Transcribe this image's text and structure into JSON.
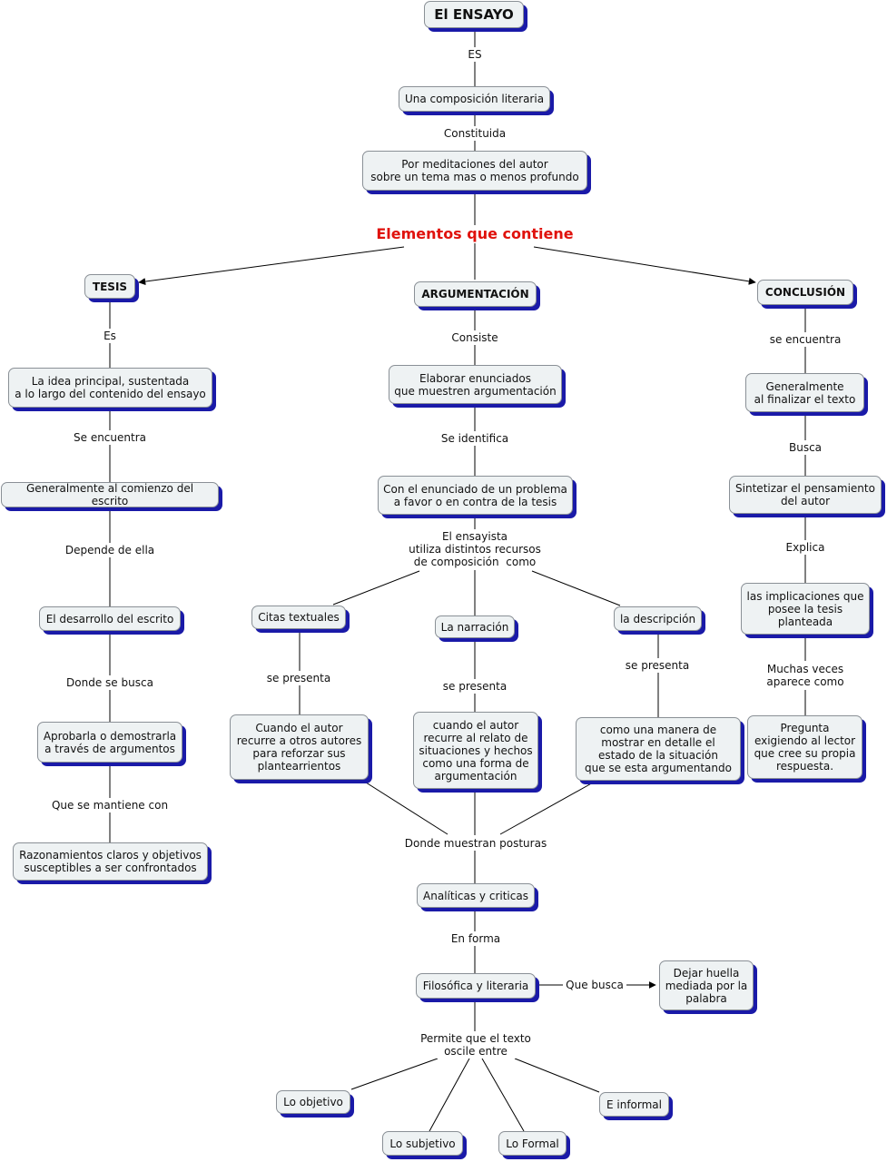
{
  "colors": {
    "node_fill": "#eef2f3",
    "node_shadow": "#1a1aa8",
    "highlight_label": "#e0120c",
    "line": "#000000"
  },
  "nodes": {
    "ensayo": "El ENSAYO",
    "composicion": "Una composición literaria",
    "meditaciones": "Por meditaciones del autor\nsobre un tema mas o menos profundo",
    "tesis": "TESIS",
    "argumentacion": "ARGUMENTACIÓN",
    "conclusion": "CONCLUSIÓN",
    "idea_principal": "La idea principal, sustentada\na lo largo del contenido del ensayo",
    "comienzo": "Generalmente al comienzo del escrito",
    "desarrollo": "El desarrollo del escrito",
    "aprobarla": "Aprobarla o demostrarla\na través de argumentos",
    "razonamientos": "Razonamientos claros y objetivos\nsusceptibles a ser confrontados",
    "elaborar": "Elaborar enunciados\nque muestren argumentación",
    "enunciado_problema": "Con el enunciado de un problema\na favor o en contra de la tesis",
    "citas": "Citas textuales",
    "narracion": "La narración",
    "descripcion": "la descripción",
    "cuando_autor_otros": "Cuando el autor\nrecurre a otros autores\npara reforzar sus\nplantearrientos",
    "cuando_autor_relato": "cuando el autor\nrecurre al relato de\nsituaciones y hechos\ncomo una forma de\nargumentación",
    "manera_mostrar": "como una manera de\nmostrar en detalle el\nestado de la situación\nque se esta argumentando",
    "analiticas": "Analíticas y criticas",
    "filosofica": "Filosófica y literaria",
    "dejar_huella": "Dejar huella\nmediada por la\npalabra",
    "objetivo": "Lo objetivo",
    "subjetivo": "Lo subjetivo",
    "formal": "Lo Formal",
    "informal": "E informal",
    "finalizar": "Generalmente\nal finalizar el texto",
    "sintetizar": "Sintetizar el pensamiento\ndel autor",
    "implicaciones": "las implicaciones que\nposee la tesis\nplanteada",
    "pregunta": "Pregunta\nexigiendo al lector\nque cree su propia\nrespuesta."
  },
  "labels": {
    "es_upper": "ES",
    "constituida": "Constituida",
    "elementos": "Elementos que contiene",
    "es_tesis": "Es",
    "se_encuentra_tesis": "Se encuentra",
    "depende": "Depende de ella",
    "donde_busca": "Donde se busca",
    "se_mantiene": "Que se mantiene con",
    "consiste": "Consiste",
    "se_identifica": "Se identifica",
    "ensayista": "El ensayista\nutiliza distintos recursos\nde composición  como",
    "se_presenta_1": "se presenta",
    "se_presenta_2": "se presenta",
    "se_presenta_3": "se presenta",
    "posturas": "Donde muestran posturas",
    "en_forma": "En forma",
    "que_busca": "Que busca",
    "permite": "Permite que el texto\noscile entre",
    "se_encuentra_concl": "se encuentra",
    "busca": "Busca",
    "explica": "Explica",
    "muchas_veces": "Muchas veces\naparece como"
  }
}
